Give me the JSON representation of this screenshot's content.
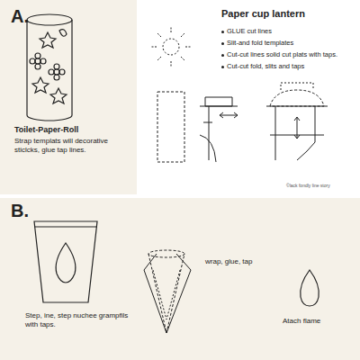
{
  "diagram": {
    "labels": [
      "A.",
      "Toilet-Paper-Roll",
      "Strap templats will decorative sticlcks, glue tap lines.",
      "Paper cup lantern",
      "GLUE cut lines",
      "Slit-and fold templates",
      "Cut-cut lines solid cut plats with taps.",
      "Cut-cut fold, slits and taps",
      "©lack fondly line story",
      "B.",
      "Step, ine, step nuchee grampfils with taps.",
      "wrap, glue, tap",
      "Atach flame"
    ]
  }
}
